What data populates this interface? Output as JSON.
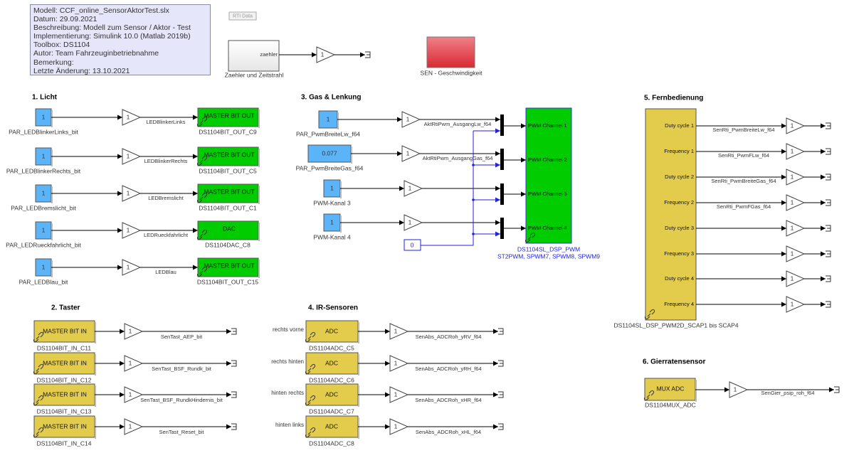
{
  "info_box": {
    "lines": [
      "Modell: CCF_online_SensorAktorTest.slx",
      "Datum: 29.09.2021",
      "Beschreibung: Modell zum Sensor / Aktor - Test",
      "Implementierung: Simulink 10.0 (Matlab 2019b)",
      "Toolbox: DS1104",
      "Autor: Team Fahrzeuginbetriebnahme",
      "Bemerkung:",
      "Letzte Änderung: 13.10.2021"
    ]
  },
  "rti_data": "RTI Data",
  "top": {
    "zaehler_port": "zaehler",
    "zaehler_block": "Zaehler und Zeitstrahl",
    "gain": "1",
    "sen_block": "SEN - Geschwindigkeit"
  },
  "colors": {
    "constant": "#5ab4f7",
    "dspace_out": "#00cc00",
    "dspace_in": "#e3cc4b",
    "sen": "#e0434a",
    "blue_signal": "#2222dd"
  },
  "licht": {
    "title": "1. Licht",
    "rows": [
      {
        "const": "1",
        "const_name": "PAR_LEDBlinkerLinks_bit",
        "gain": "1",
        "signal": "LEDBlinkerLinks",
        "block": "MASTER BIT OUT",
        "block_name": "DS1104BIT_OUT_C9"
      },
      {
        "const": "1",
        "const_name": "PAR_LEDBlinkerRechts_bit",
        "gain": "1",
        "signal": "LEDBlinkerRechts",
        "block": "MASTER BIT OUT",
        "block_name": "DS1104BIT_OUT_C5"
      },
      {
        "const": "1",
        "const_name": "PAR_LEDBremslicht_bit",
        "gain": "1",
        "signal": "LEDBremslicht",
        "block": "MASTER BIT OUT",
        "block_name": "DS1104BIT_OUT_C1"
      },
      {
        "const": "1",
        "const_name": "PAR_LEDRueckfahrlicht_bit",
        "gain": "1",
        "signal": "LEDRueckfahrlicht",
        "block": "DAC",
        "block_name": "DS1104DAC_C8"
      },
      {
        "const": "1",
        "const_name": "PAR_LEDBlau_bit",
        "gain": "1",
        "signal": "LEDBlau",
        "block": "MASTER BIT OUT",
        "block_name": "DS1104BIT_OUT_C15"
      }
    ]
  },
  "gas": {
    "title": "3. Gas & Lenkung",
    "rows": [
      {
        "const": "1",
        "const_name": "PAR_PwmBreiteLw_f64",
        "gain": "1",
        "signal": "AktRtiPwm_AusgangLw_f64",
        "channel": "PWM Channel 1"
      },
      {
        "const": "0.077",
        "const_name": "PAR_PwmBreiteGas_f64",
        "gain": "1",
        "signal": "AktRtiPwm_AusgangGas_f64",
        "channel": "PWM Channel 2"
      },
      {
        "const": "1",
        "const_name": "PWM-Kanal 3",
        "gain": "1",
        "signal": "",
        "channel": "PWM Channel 3"
      },
      {
        "const": "1",
        "const_name": "PWM-Kanal 4",
        "gain": "1",
        "signal": "",
        "channel": "PWM Channel 4"
      }
    ],
    "zero_const": "0",
    "block_name": "DS1104SL_DSP_PWM",
    "block_subtitle": "ST2PWM, SPWM7, SPWM8, SPWM9"
  },
  "fernbedienung": {
    "title": "5. Fernbedienung",
    "ports": [
      {
        "port": "Duty cycle 1",
        "signal": "SenRti_PwmBreiteLw_f64",
        "gain": "1"
      },
      {
        "port": "Frequency 1",
        "signal": "SenRti_PwmFLw_f64",
        "gain": "1"
      },
      {
        "port": "Duty cycle 2",
        "signal": "SenRti_PwmBreiteGas_f64",
        "gain": "1"
      },
      {
        "port": "Frequency 2",
        "signal": "SenRti_PwmFGas_f64",
        "gain": "1"
      },
      {
        "port": "Duty cycle 3",
        "signal": "",
        "gain": "1"
      },
      {
        "port": "Frequency 3",
        "signal": "",
        "gain": "1"
      },
      {
        "port": "Duty cycle 4",
        "signal": "",
        "gain": "1"
      },
      {
        "port": "Frequency 4",
        "signal": "",
        "gain": "1"
      }
    ],
    "block_name": "DS1104SL_DSP_PWM2D_SCAP1 bis SCAP4"
  },
  "taster": {
    "title": "2. Taster",
    "rows": [
      {
        "block": "MASTER BIT IN",
        "block_name": "DS1104BIT_IN_C11",
        "gain": "1",
        "signal": "SenTast_AEP_bit"
      },
      {
        "block": "MASTER BIT IN",
        "block_name": "DS1104BIT_IN_C12",
        "gain": "1",
        "signal": "SenTast_BSF_Rundk_bit"
      },
      {
        "block": "MASTER BIT IN",
        "block_name": "DS1104BIT_IN_C13",
        "gain": "1",
        "signal": "SenTast_BSF_RundkHindernis_bit"
      },
      {
        "block": "MASTER BIT IN",
        "block_name": "DS1104BIT_IN_C14",
        "gain": "1",
        "signal": "SenTast_Reset_bit"
      }
    ]
  },
  "ir": {
    "title": "4. IR-Sensoren",
    "rows": [
      {
        "side": "rechts vorne",
        "block": "ADC",
        "block_name": "DS1104ADC_C5",
        "gain": "1",
        "signal": "SenAbs_ADCRoh_yRV_f64"
      },
      {
        "side": "rechts hinten",
        "block": "ADC",
        "block_name": "DS1104ADC_C6",
        "gain": "1",
        "signal": "SenAbs_ADCRoh_yRH_f64"
      },
      {
        "side": "hinten rechts",
        "block": "ADC",
        "block_name": "DS1104ADC_C7",
        "gain": "1",
        "signal": "SenAbs_ADCRoh_xHR_f64"
      },
      {
        "side": "hinten links",
        "block": "ADC",
        "block_name": "DS1104ADC_C8",
        "gain": "1",
        "signal": "SenAbs_ADCRoh_xHL_f64"
      }
    ]
  },
  "gier": {
    "title": "6. Gierratensensor",
    "block": "MUX ADC",
    "block_name": "DS1104MUX_ADC",
    "gain": "1",
    "signal": "SenGier_psip_roh_f64"
  }
}
